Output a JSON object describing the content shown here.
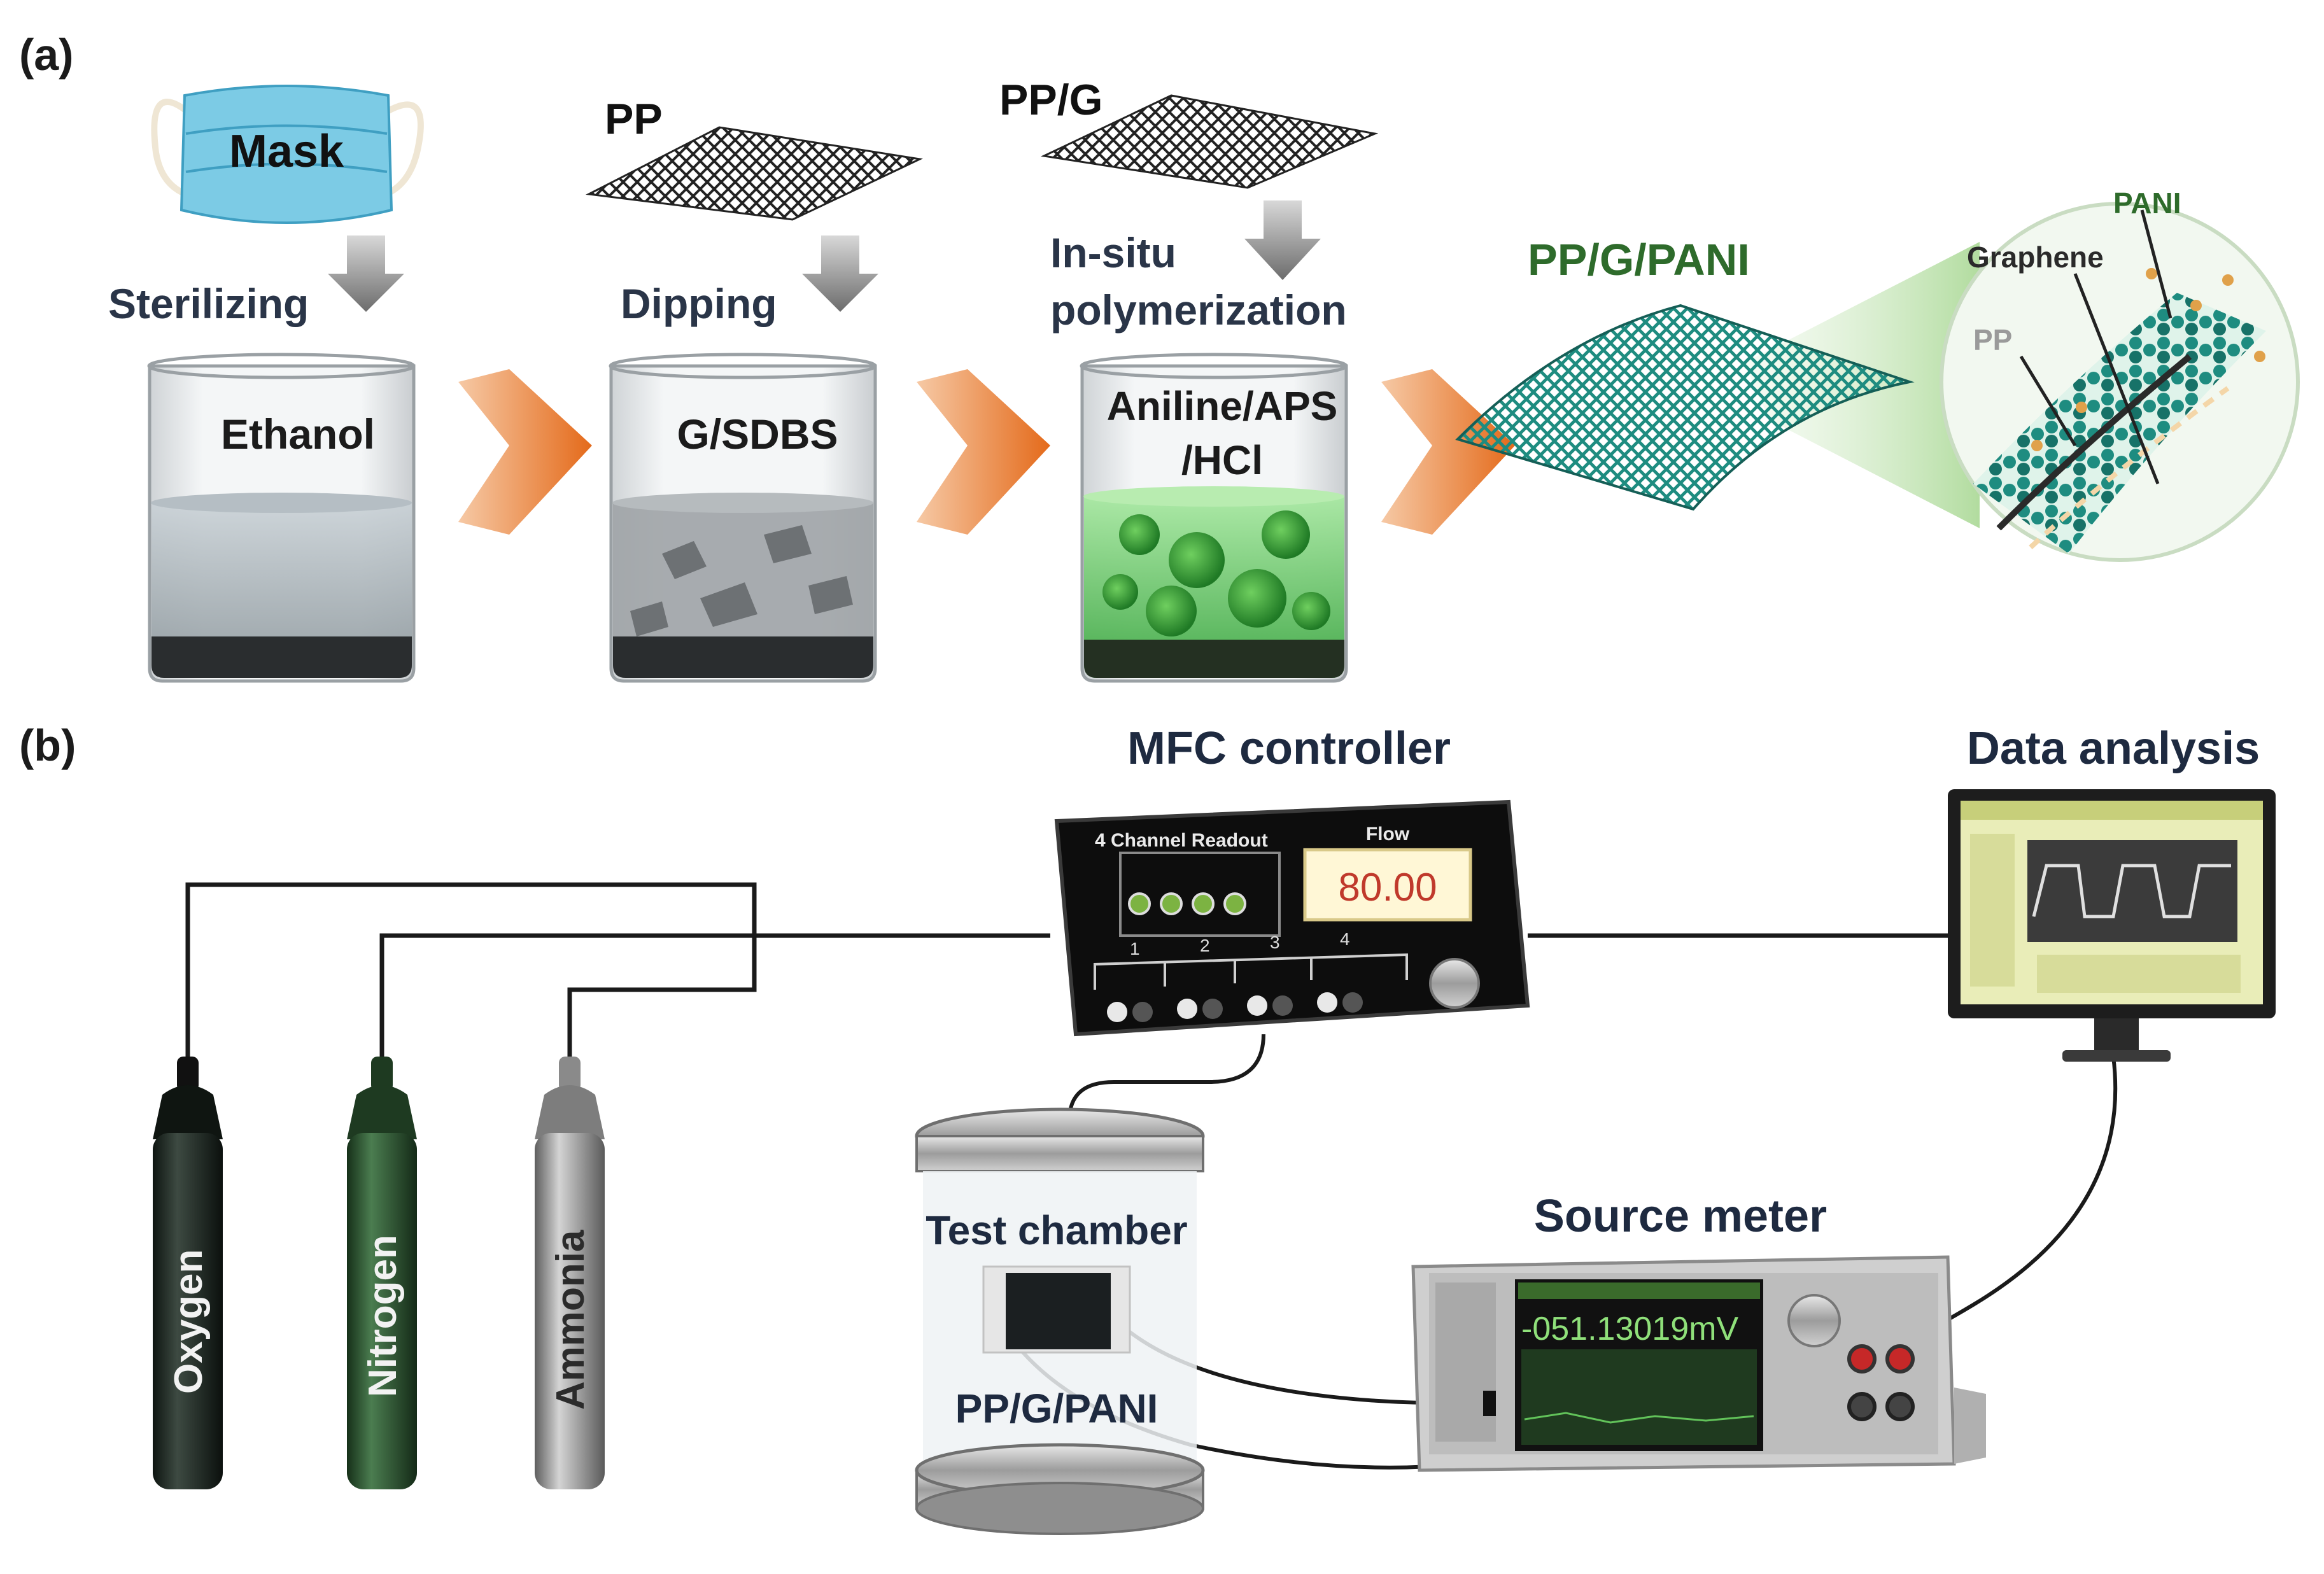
{
  "panel_a": {
    "label": "(a)",
    "mask_label": "Mask",
    "pp_label": "PP",
    "ppg_label": "PP/G",
    "step1": "Sterilizing",
    "step2": "Dipping",
    "step3_line1": "In-situ",
    "step3_line2": "polymerization",
    "beaker1": "Ethanol",
    "beaker2": "G/SDBS",
    "beaker3_line1": "Aniline/APS",
    "beaker3_line2": "/HCl",
    "product": "PP/G/PANI",
    "zoom_pani": "PANI",
    "zoom_graphene": "Graphene",
    "zoom_pp": "PP"
  },
  "panel_b": {
    "label": "(b)",
    "mfc_title": "MFC controller",
    "mfc_readout": "4 Channel Readout",
    "mfc_flow_label": "Flow",
    "mfc_flow_value": "80.00",
    "channels": [
      "1",
      "2",
      "3",
      "4"
    ],
    "data_title": "Data analysis",
    "source_title": "Source meter",
    "meter_display": "-051.13019mV",
    "chamber_title": "Test chamber",
    "chamber_sample": "PP/G/PANI",
    "cylinders": [
      {
        "name": "Oxygen",
        "color": "#1d2a22"
      },
      {
        "name": "Nitrogen",
        "color": "#2f5a35"
      },
      {
        "name": "Ammonia",
        "color": "#9a9a9a"
      }
    ]
  },
  "colors": {
    "arrow_orange": "#ec7a2c",
    "product_green": "#2e6b2b",
    "teal_atom": "#1e8c80",
    "mask_blue": "#6fc4e0"
  }
}
